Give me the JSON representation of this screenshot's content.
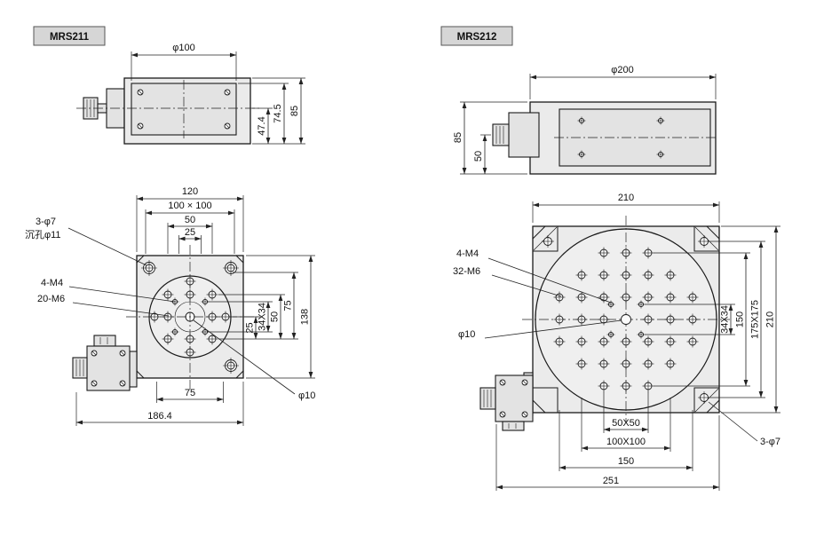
{
  "colors": {
    "plate_fill": "#ebebeb",
    "label_box_fill": "#d6d6d6",
    "line": "#1a1a1a"
  },
  "mrs211": {
    "label": "MRS211",
    "side": {
      "dia": "φ100",
      "h1": "47.4",
      "h2": "74.5",
      "h3": "85"
    },
    "top": {
      "w": "120",
      "pattern": "100 × 100",
      "d50": "50",
      "d25": "25",
      "corner_holes": "3-φ7",
      "counterbore": "沉孔φ11",
      "m4": "4-M4",
      "m6": "20-M6",
      "r25": "25",
      "r34": "34X34",
      "r50": "50",
      "r75": "75",
      "r138": "138",
      "b75": "75",
      "b186": "186.4",
      "center_hole": "φ10"
    }
  },
  "mrs212": {
    "label": "MRS212",
    "side": {
      "dia": "φ200",
      "h85": "85",
      "h50": "50"
    },
    "top": {
      "w": "210",
      "m4": "4-M4",
      "m6": "32-M6",
      "center_hole": "φ10",
      "r34": "34X34",
      "r150": "150",
      "r175": "175X175",
      "r210": "210",
      "b50": "50X50",
      "b100": "100X100",
      "b150": "150",
      "b251": "251",
      "corner_holes": "3-φ7"
    }
  }
}
